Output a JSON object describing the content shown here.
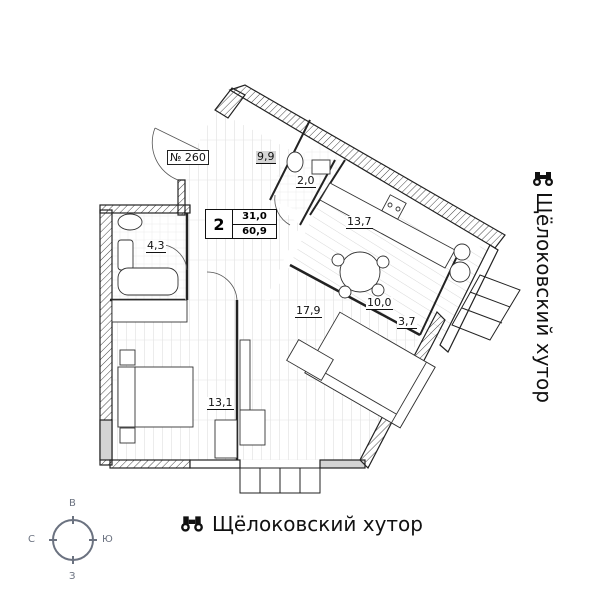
{
  "apartment": {
    "number_label": "№ 260",
    "rooms": "2",
    "living_area": "31,0",
    "total_area": "60,9"
  },
  "room_areas": {
    "hall": "9,9",
    "wc": "2,0",
    "bathroom": "4,3",
    "kitchen": "13,7",
    "loggia_kitchen": "10,0",
    "loggia_small": "3,7",
    "living_room": "17,9",
    "bedroom": "13,1"
  },
  "brand": {
    "name": "Щёлоковский хутор",
    "icon": "binoculars-icon"
  },
  "compass": {
    "top": "В",
    "left": "С",
    "right": "Ю",
    "bottom": "З",
    "color": "#6b7280"
  },
  "colors": {
    "wall": "#222222",
    "hatch": "#444444",
    "wall_fill_gray": "#d4d4d4",
    "floor_lines": "#d8d8d8"
  }
}
